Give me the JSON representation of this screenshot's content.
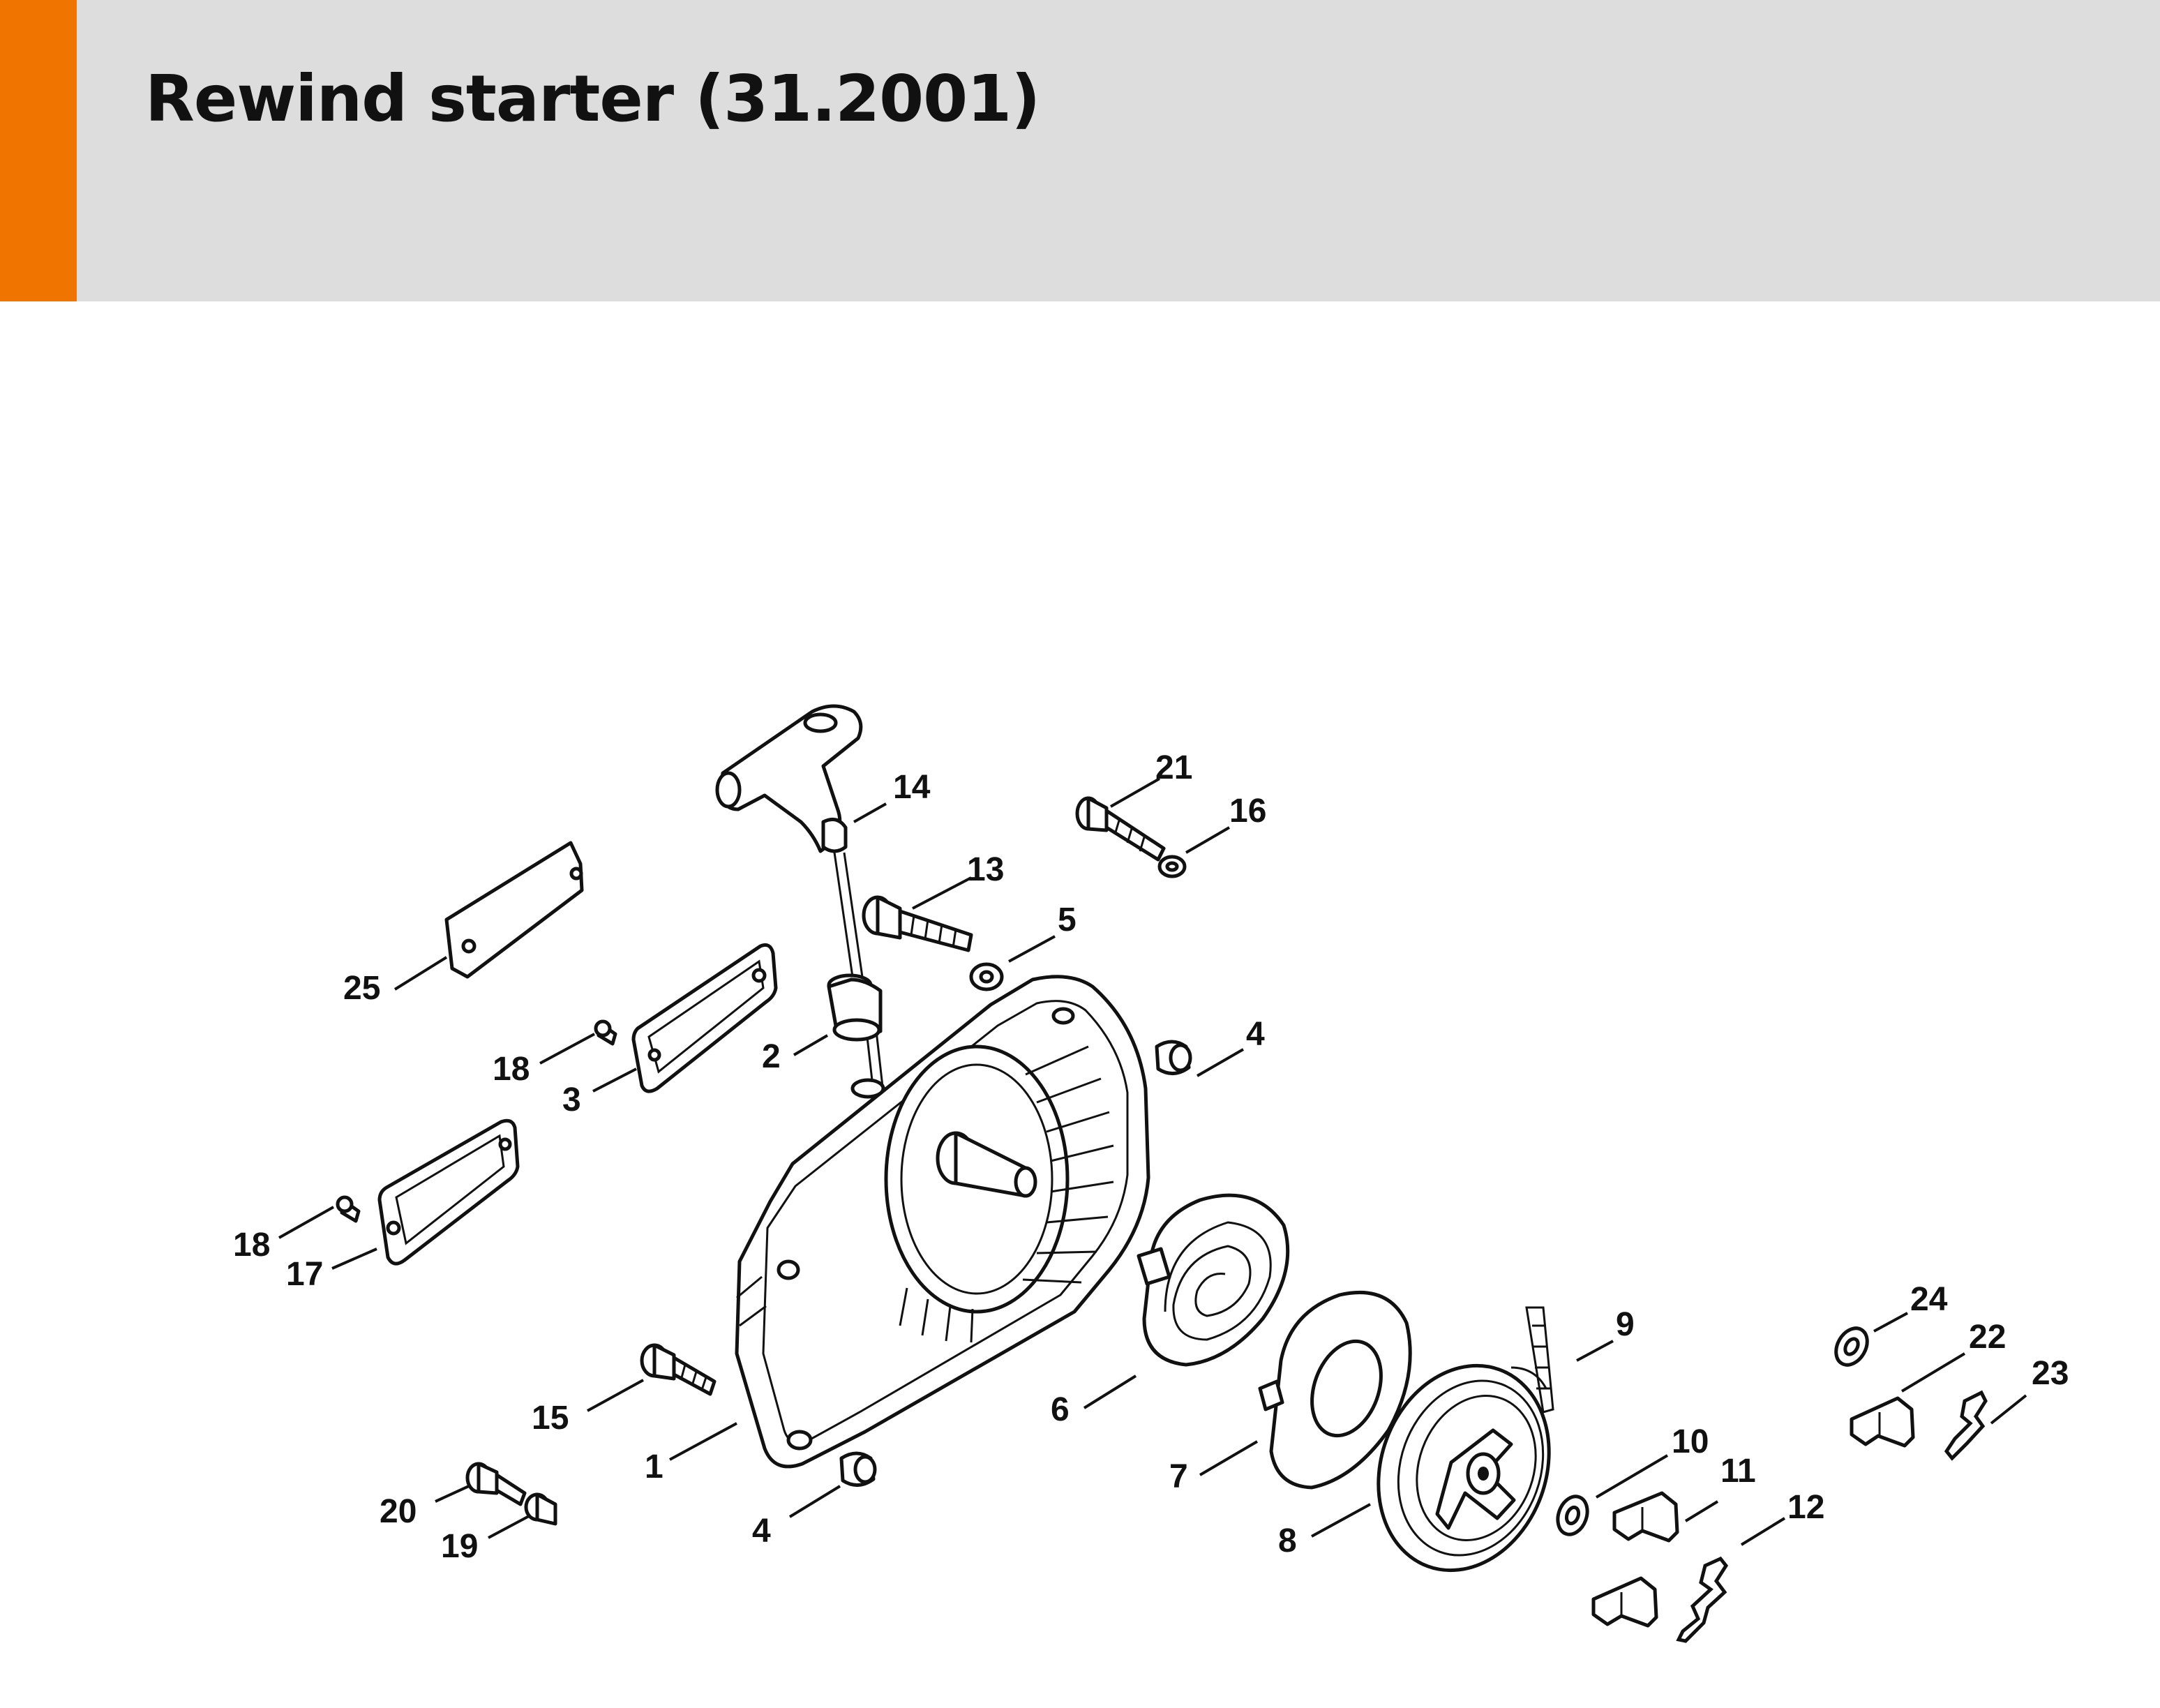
{
  "page": {
    "title": "Rewind starter (31.2001)",
    "accent_color": "#f07400",
    "header_color": "#dcdddc"
  },
  "diagram": {
    "callouts": [
      {
        "id": "1",
        "label": "1"
      },
      {
        "id": "2",
        "label": "2"
      },
      {
        "id": "3",
        "label": "3"
      },
      {
        "id": "4a",
        "label": "4"
      },
      {
        "id": "4b",
        "label": "4"
      },
      {
        "id": "5",
        "label": "5"
      },
      {
        "id": "6",
        "label": "6"
      },
      {
        "id": "7",
        "label": "7"
      },
      {
        "id": "8",
        "label": "8"
      },
      {
        "id": "9",
        "label": "9"
      },
      {
        "id": "10",
        "label": "10"
      },
      {
        "id": "11",
        "label": "11"
      },
      {
        "id": "12",
        "label": "12"
      },
      {
        "id": "13",
        "label": "13"
      },
      {
        "id": "14",
        "label": "14"
      },
      {
        "id": "15",
        "label": "15"
      },
      {
        "id": "16",
        "label": "16"
      },
      {
        "id": "17",
        "label": "17"
      },
      {
        "id": "18a",
        "label": "18"
      },
      {
        "id": "18b",
        "label": "18"
      },
      {
        "id": "19",
        "label": "19"
      },
      {
        "id": "20",
        "label": "20"
      },
      {
        "id": "21",
        "label": "21"
      },
      {
        "id": "22",
        "label": "22"
      },
      {
        "id": "23",
        "label": "23"
      },
      {
        "id": "24",
        "label": "24"
      },
      {
        "id": "25",
        "label": "25"
      }
    ]
  }
}
